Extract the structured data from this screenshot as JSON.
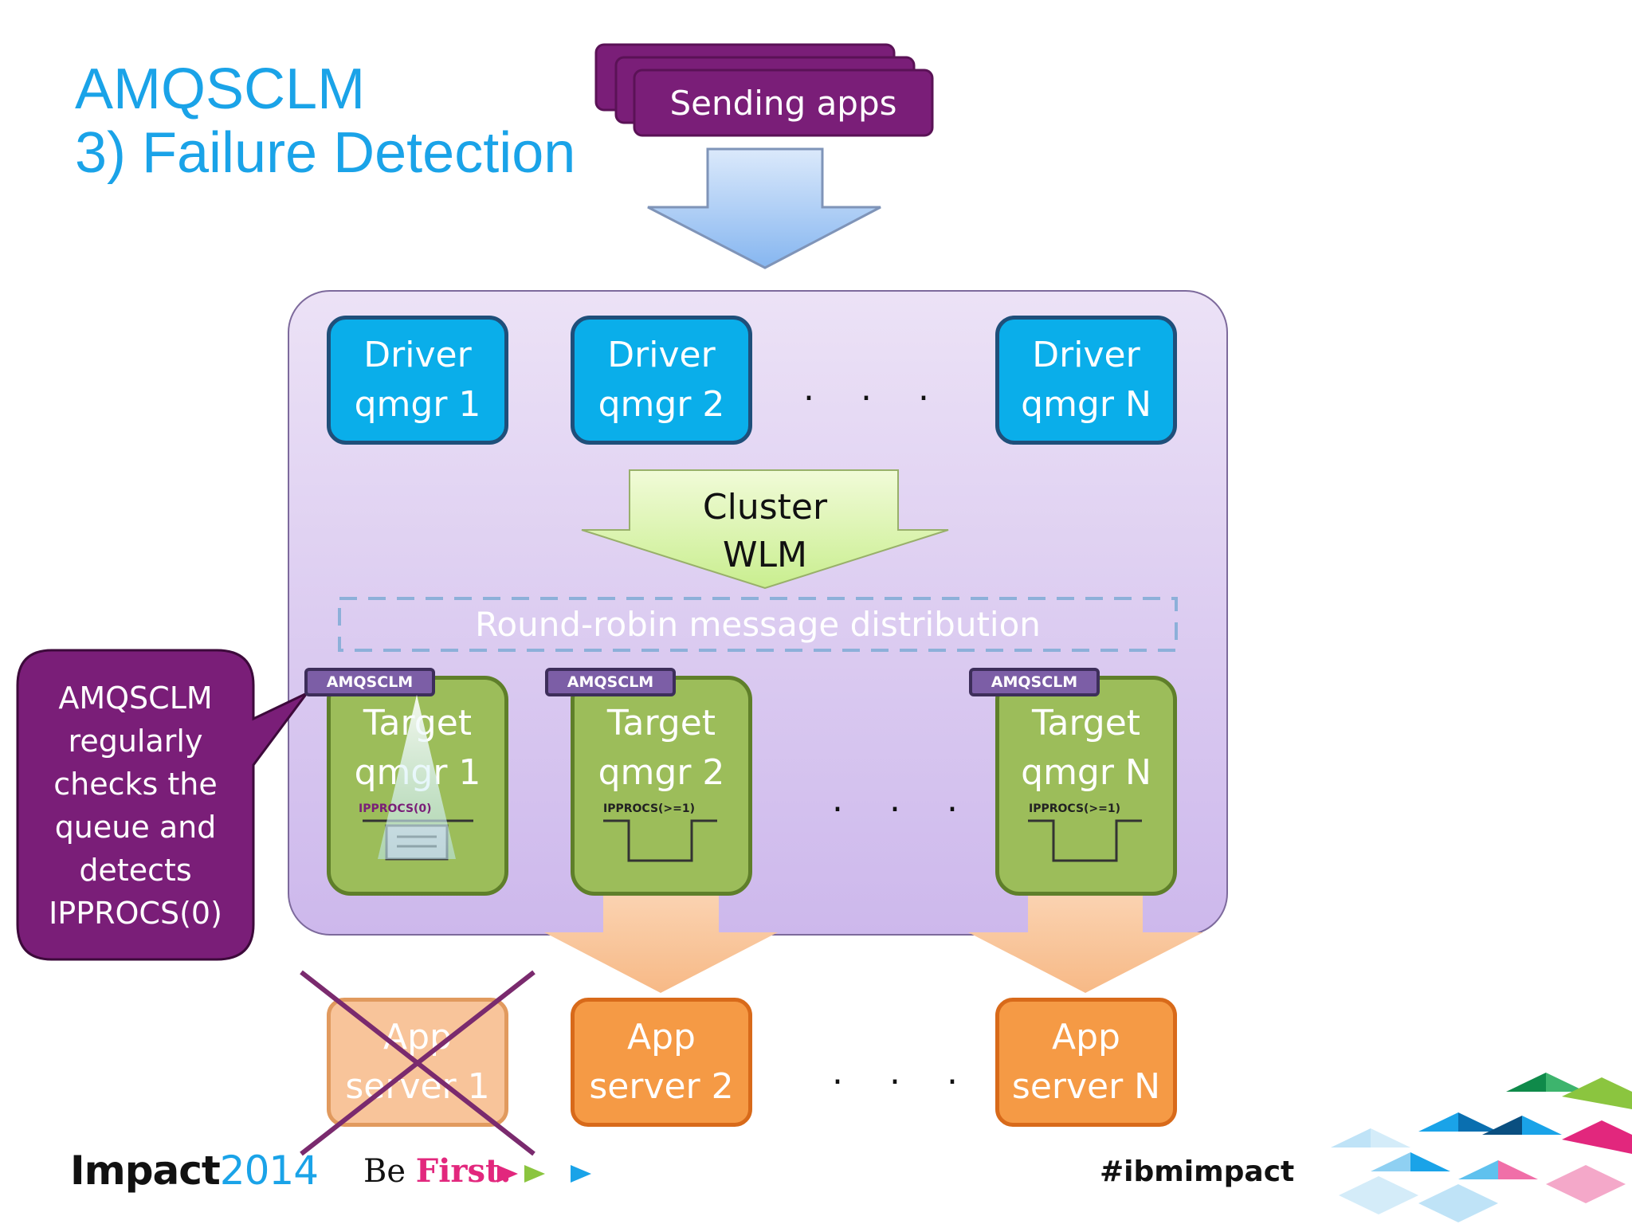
{
  "title": {
    "line1": "AMQSCLM",
    "line2": "3) Failure Detection"
  },
  "sending_apps": {
    "label": "Sending apps"
  },
  "drivers": [
    {
      "label": "Driver\nqmgr 1"
    },
    {
      "label": "Driver\nqmgr 2"
    },
    {
      "label": "Driver\nqmgr N"
    }
  ],
  "ellipsis": ". . .",
  "cluster_wlm": {
    "label": "Cluster\nWLM"
  },
  "round_robin": {
    "label": "Round-robin message distribution"
  },
  "targets": [
    {
      "tag": "AMQSCLM",
      "label": "Target\nqmgr 1",
      "ipprocs": "IPPROCS(0)"
    },
    {
      "tag": "AMQSCLM",
      "label": "Target\nqmgr 2",
      "ipprocs": "IPPROCS(>=1)"
    },
    {
      "tag": "AMQSCLM",
      "label": "Target\nqmgr N",
      "ipprocs": "IPPROCS(>=1)"
    }
  ],
  "callout": {
    "text": "AMQSCLM\nregularly\nchecks the\nqueue and\ndetects\nIPPROCS(0)"
  },
  "app_servers": [
    {
      "label": "App\nserver 1",
      "status": "failed"
    },
    {
      "label": "App\nserver 2",
      "status": "ok"
    },
    {
      "label": "App\nserver N",
      "status": "ok"
    }
  ],
  "footer": {
    "brand_word": "Impact",
    "brand_year": "2014",
    "slogan_be": "Be",
    "slogan_first": "First.",
    "hashtag": "#ibmimpact"
  },
  "colors": {
    "title": "#1aa3e8",
    "purple": "#7a1e78",
    "driver": "#0aaeea",
    "target": "#9cbd5a",
    "app_server": "#f59a45",
    "cluster_panel": "#d9c8ef"
  }
}
